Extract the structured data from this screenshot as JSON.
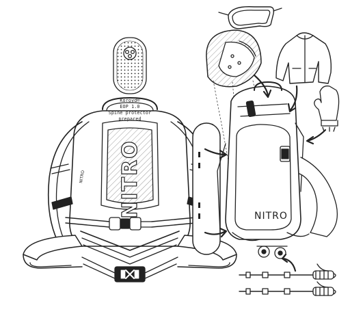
{
  "protector_callout": {
    "line1": "Koroyd®",
    "line2": "EOP 1.0",
    "line3": "Spine protector",
    "line4": "prepared"
  },
  "backpack_branding": {
    "front_logo": "NITRO",
    "back_logo": "NITRO"
  },
  "colors": {
    "ink": "#222222",
    "fill": "#ffffff",
    "hatch": "#888888"
  },
  "icons": [
    "spine-protector-icon",
    "goggles-icon",
    "helmet-icon",
    "jacket-icon",
    "mitten-icon",
    "snowboard-icon",
    "poles-icon",
    "backpack-icon"
  ]
}
